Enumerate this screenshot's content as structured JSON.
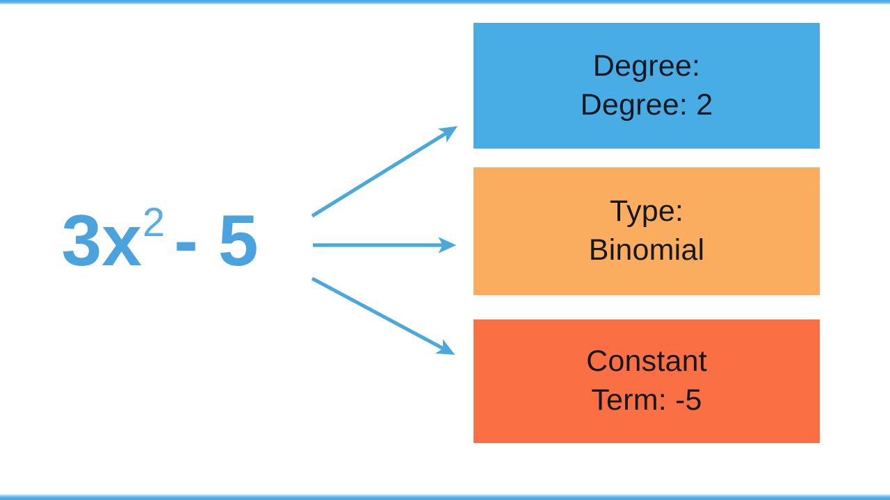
{
  "slide": {
    "background_color": "#ffffff",
    "accent_color": "#4aa3dd",
    "top_rule_color": "#4aa8dd",
    "bottom_rule_color": "#3fa3de"
  },
  "expression": {
    "coefficient_term": "3x",
    "exponent": "2",
    "tail": "- 5",
    "full_text": "3x2 - 5",
    "color": "#4aa3dd"
  },
  "arrows": [
    {
      "name": "arrow-to-degree",
      "direction": "up-right",
      "color": "#4aa8dd"
    },
    {
      "name": "arrow-to-type",
      "direction": "right",
      "color": "#4aa8dd"
    },
    {
      "name": "arrow-to-constant",
      "direction": "down-right",
      "color": "#4aa8dd"
    }
  ],
  "boxes": [
    {
      "id": "degree",
      "line1": "Degree:",
      "line2": "Degree: 2",
      "fill_color": "#48ace5",
      "text_color": "#17171f"
    },
    {
      "id": "type",
      "line1": "Type:",
      "line2": "Binomial",
      "fill_color": "#fbad5f",
      "text_color": "#17171f"
    },
    {
      "id": "constant",
      "line1": "Constant",
      "line2": "Term: -5",
      "fill_color": "#fb6f45",
      "text_color": "#17171f"
    }
  ]
}
